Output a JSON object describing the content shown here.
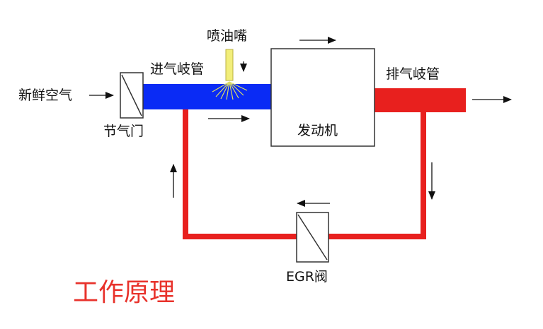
{
  "labels": {
    "fresh_air": "新鲜空气",
    "throttle": "节气门",
    "intake_manifold": "进气岐管",
    "injector": "喷油嘴",
    "engine": "发动机",
    "exhaust_manifold": "排气岐管",
    "egr_valve": "EGR阀"
  },
  "caption": "工作原理",
  "colors": {
    "intake": "#0a2bf5",
    "exhaust": "#e8201e",
    "injector": "#f2ee7a",
    "caption": "#e8322b"
  }
}
